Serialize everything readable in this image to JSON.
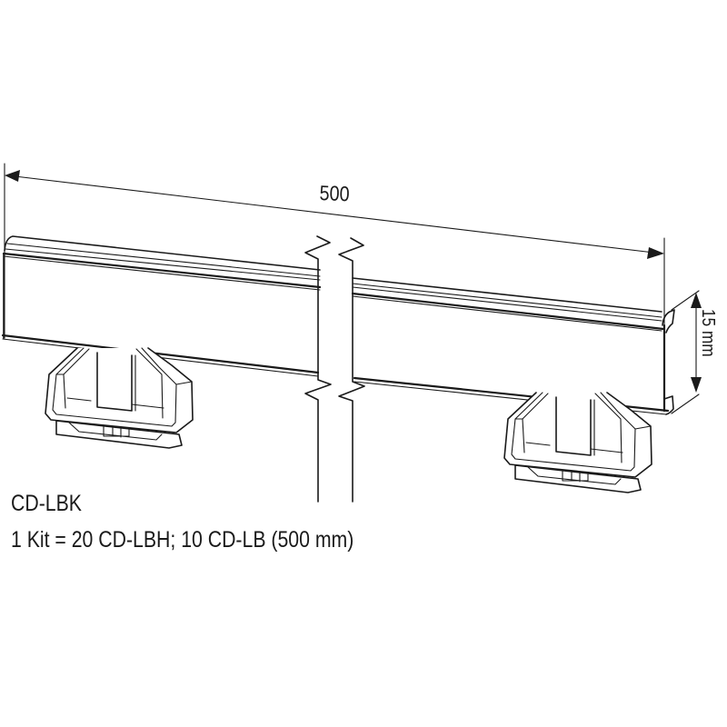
{
  "drawing": {
    "title": "CD-LBK",
    "description": "1 Kit = 20 CD-LBH; 10 CD-LB (500 mm)",
    "dimensions": {
      "length_label": "500",
      "height_label": "15 mm"
    },
    "components": [
      {
        "name": "label-strip",
        "part": "CD-LB",
        "length_mm": 500,
        "height_mm": 15
      },
      {
        "name": "label-holder",
        "part": "CD-LBH",
        "count_shown": 2
      }
    ],
    "line_color": "#1a1a1a",
    "background": "#ffffff"
  }
}
